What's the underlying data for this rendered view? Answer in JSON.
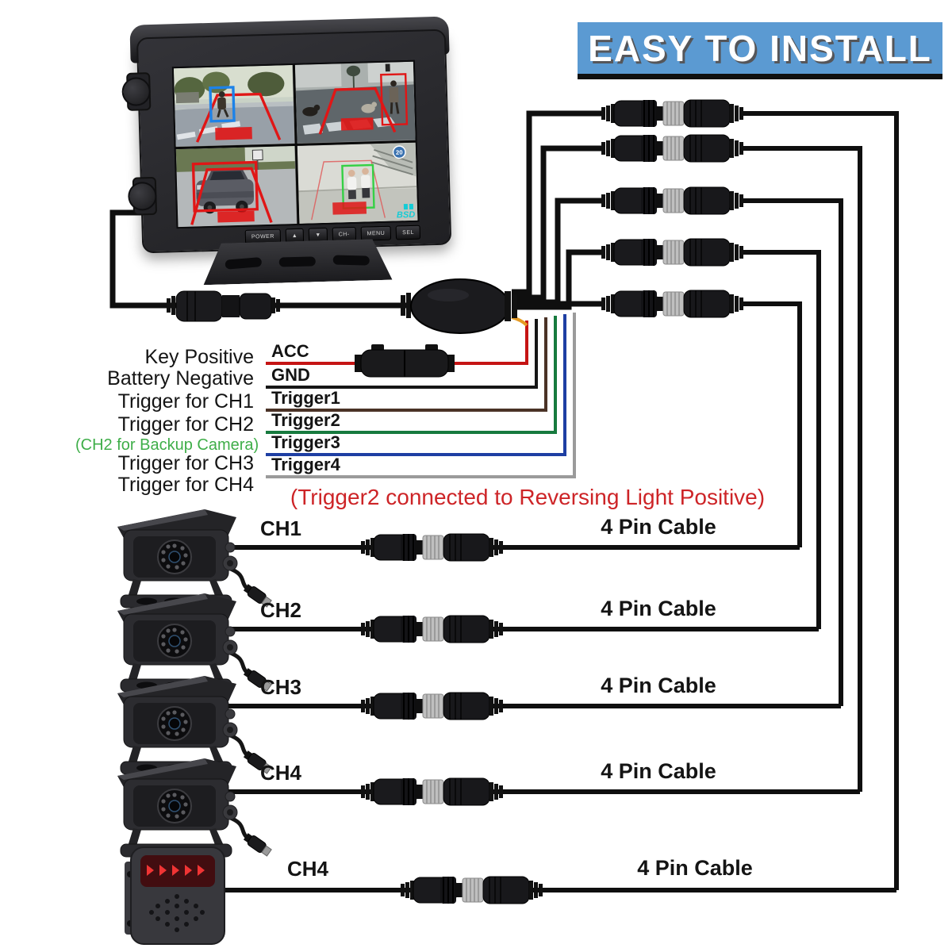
{
  "banner": {
    "label": "EASY TO INSTALL",
    "bg_color": "#5b9ad2"
  },
  "monitor": {
    "buttons": [
      {
        "label": "POWER"
      },
      {
        "label": "▲"
      },
      {
        "label": "▼"
      },
      {
        "label": "CH-"
      },
      {
        "label": "MENU"
      },
      {
        "label": "SEL"
      }
    ],
    "screen_badge": "BSD",
    "speed_sign": "20"
  },
  "wiring": {
    "left_labels": [
      {
        "label": "Key Positive"
      },
      {
        "label": "Battery Negative"
      },
      {
        "label": "Trigger for CH1"
      },
      {
        "label": "Trigger for CH2"
      },
      {
        "label": "Trigger for CH3"
      },
      {
        "label": "Trigger for CH4"
      }
    ],
    "backup_note": "(CH2 for Backup Camera)",
    "backup_note_color": "#3fae49",
    "reversing_note": "(Trigger2 connected to Reversing Light Positive)",
    "reversing_note_color": "#cd2427",
    "wire_labels": [
      {
        "label": "ACC",
        "color": "#c51414"
      },
      {
        "label": "GND",
        "color": "#161616"
      },
      {
        "label": "Trigger1",
        "color": "#4a3226"
      },
      {
        "label": "Trigger2",
        "color": "#177a3e"
      },
      {
        "label": "Trigger3",
        "color": "#1e3fa3"
      },
      {
        "label": "Trigger4",
        "color": "#9b9b9b"
      }
    ]
  },
  "channels": [
    {
      "label": "CH1",
      "cable_label": "4 Pin Cable"
    },
    {
      "label": "CH2",
      "cable_label": "4 Pin Cable"
    },
    {
      "label": "CH3",
      "cable_label": "4 Pin Cable"
    },
    {
      "label": "CH4",
      "cable_label": "4 Pin Cable"
    },
    {
      "label": "CH4",
      "cable_label": "4 Pin Cable"
    }
  ]
}
